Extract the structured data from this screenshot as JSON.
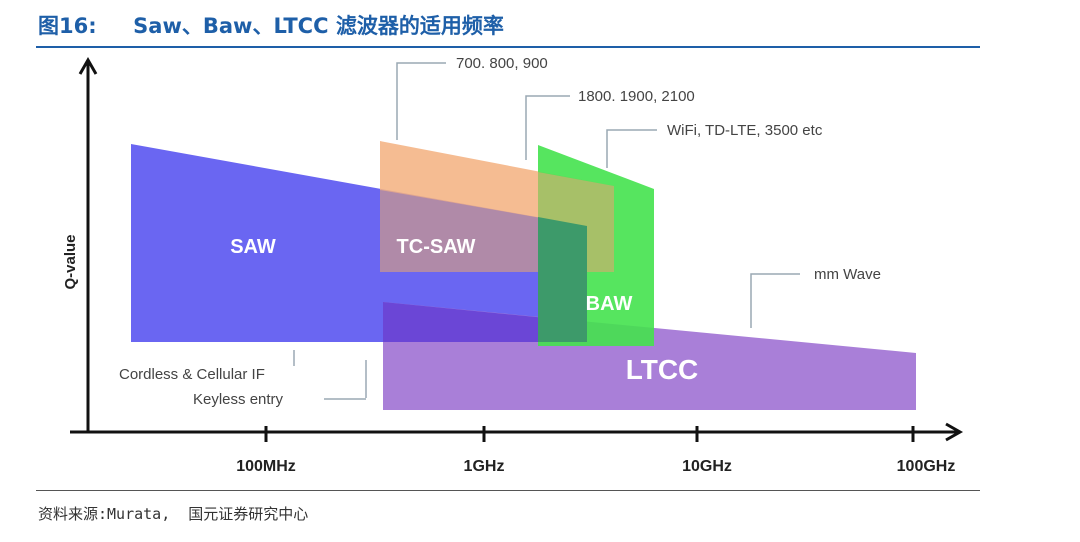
{
  "figure": {
    "title": "图16:     Saw、Baw、LTCC 滤波器的适用频率",
    "source": "资料来源:Murata,  国元证券研究中心"
  },
  "chart_data": {
    "type": "area",
    "ylabel": "Q-value",
    "xlabel": "",
    "x_scale": "log",
    "x_ticks": [
      "100MHz",
      "1GHz",
      "10GHz",
      "100GHz"
    ],
    "regions": [
      {
        "name": "SAW",
        "color": "#6a66f2"
      },
      {
        "name": "TC-SAW",
        "color": "#f3b07f"
      },
      {
        "name": "BAW",
        "color": "#44e24e"
      },
      {
        "name": "LTCC",
        "color": "#a97fd8"
      }
    ],
    "annotations": [
      "700. 800, 900",
      "1800. 1900, 2100",
      "WiFi, TD-LTE, 3500 etc",
      "mm Wave",
      "Cordless & Cellular IF",
      "Keyless entry"
    ]
  }
}
